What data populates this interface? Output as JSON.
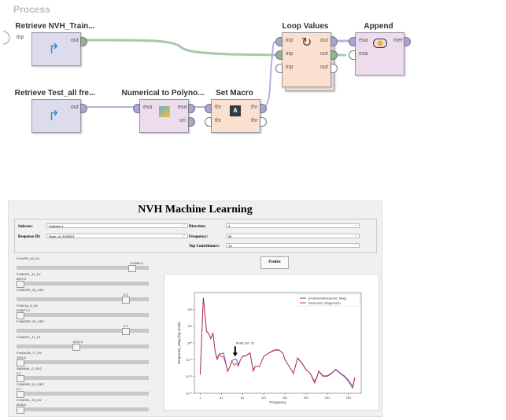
{
  "process": {
    "title": "Process",
    "input_port": "inp",
    "nodes": [
      {
        "label": "Retrieve NVH_Train...",
        "icon": "retrieve-icon",
        "ports_out": [
          "out"
        ]
      },
      {
        "label": "Retrieve Test_all fre...",
        "icon": "retrieve-icon",
        "ports_out": [
          "out"
        ]
      },
      {
        "label": "Numerical to Polyno...",
        "icon": "convert-icon",
        "ports_in": [
          "exa"
        ],
        "ports_out": [
          "exa",
          "ori"
        ]
      },
      {
        "label": "Set Macro",
        "icon": "macro-icon",
        "icon_text": "A",
        "ports_in": [
          "thr",
          "thr"
        ],
        "ports_out": [
          "thr",
          "thr"
        ]
      },
      {
        "label": "Loop Values",
        "icon": "loop-icon",
        "ports_in": [
          "inp",
          "inp",
          "inp"
        ],
        "ports_out": [
          "out",
          "out",
          "out"
        ]
      },
      {
        "label": "Append",
        "icon": "append-icon",
        "ports_in": [
          "exa",
          "exa"
        ],
        "ports_out": [
          "mer"
        ]
      }
    ]
  },
  "app": {
    "title": "NVH Machine Learning",
    "form": {
      "subcase_label": "Subcase:",
      "subcase_value": "Subcase 1",
      "response_label": "Response ID:",
      "response_value": "Node_id_9100001",
      "direction_label": "Direction:",
      "direction_value": "3",
      "frequency_label": "Frequency:",
      "frequency_value": "69",
      "top_label": "Top Contributors:",
      "top_value": "10"
    },
    "predict_label": "Predict",
    "sliders": [
      {
        "label": "Fx1zFRt_45_K4",
        "value": "123955.0",
        "fraction": 0.9
      },
      {
        "label": "FxSkDRL_11_K2",
        "value": "8872.0",
        "fraction": 0.0
      },
      {
        "label": "FxSkDRR_20_GE2",
        "value": "0.0",
        "fraction": 0.85
      },
      {
        "label": "FxSkCst_5_K6",
        "value": "208877.0",
        "fraction": 0.0
      },
      {
        "label": "FxSkDRR_20_GE5",
        "value": "0.0",
        "fraction": 0.85
      },
      {
        "label": "FxSkDRL_11_K1",
        "value": "6202.0",
        "fraction": 0.45
      },
      {
        "label": "FxxEnrZA_77_K5",
        "value": "1104.0",
        "fraction": 0.0
      },
      {
        "label": "SgSkMkL_0_GE2",
        "value": "0.0",
        "fraction": 0.0
      },
      {
        "label": "FxSkDRR_20_GE3",
        "value": "0.0",
        "fraction": 0.0
      },
      {
        "label": "FxSkDRL_30_K4",
        "value": "8638.0",
        "fraction": 0.0
      }
    ]
  },
  "chart_data": {
    "type": "line",
    "xlabel": "Frequency",
    "ylabel": "Response_Mag (log scale)",
    "yscale": "log",
    "ylim": [
      0.001,
      1000
    ],
    "xlim": [
      -10,
      305
    ],
    "xticks": [
      1,
      41,
      81,
      121,
      161,
      201,
      241,
      281
    ],
    "yticks": [
      {
        "v": 0.001,
        "t": "10⁻³"
      },
      {
        "v": 0.01,
        "t": "10⁻²"
      },
      {
        "v": 0.1,
        "t": "10⁻¹"
      },
      {
        "v": 1,
        "t": "10⁰"
      },
      {
        "v": 10,
        "t": "10¹"
      },
      {
        "v": 100,
        "t": "10²"
      }
    ],
    "legend_position": "top-right",
    "annotation": {
      "text": "Point: (67, 0)",
      "x": 67,
      "y": 0.1
    },
    "x": [
      1,
      7,
      13,
      17,
      21,
      25,
      29,
      33,
      37,
      41,
      45,
      49,
      53,
      57,
      61,
      65,
      69,
      73,
      77,
      81,
      89,
      95,
      101,
      105,
      113,
      121,
      131,
      141,
      149,
      157,
      161,
      169,
      177,
      185,
      193,
      201,
      209,
      217,
      221,
      225,
      233,
      241,
      249,
      257,
      265,
      273,
      281,
      289,
      293
    ],
    "series": [
      {
        "name": "prediction(Response_Mag)",
        "color": "#3b3bd0",
        "values": [
          0.013,
          500,
          5,
          3.7,
          1.8,
          4,
          0.35,
          0.12,
          0.22,
          0.22,
          0.25,
          0.07,
          0.02,
          0.04,
          0.09,
          0.1,
          0.11,
          0.05,
          0.1,
          0.16,
          0.19,
          0.26,
          0.025,
          0.04,
          0.04,
          0.16,
          0.26,
          0.38,
          0.4,
          0.24,
          0.1,
          0.04,
          0.015,
          0.13,
          0.065,
          0.026,
          0.015,
          0.005,
          0.009,
          0.021,
          0.011,
          0.011,
          0.016,
          0.027,
          0.016,
          0.011,
          0.006,
          0.0025,
          0.009
        ]
      },
      {
        "name": "Response_Mag(mean)",
        "color": "#d02030",
        "values": [
          0.013,
          500,
          4.5,
          3.7,
          1.8,
          4,
          0.35,
          0.1,
          0.2,
          0.15,
          0.15,
          0.06,
          0.02,
          0.04,
          0.08,
          0.046,
          0.06,
          0.04,
          0.1,
          0.15,
          0.18,
          0.25,
          0.02,
          0.04,
          0.04,
          0.16,
          0.25,
          0.35,
          0.38,
          0.25,
          0.1,
          0.04,
          0.015,
          0.12,
          0.06,
          0.025,
          0.015,
          0.004,
          0.008,
          0.02,
          0.01,
          0.01,
          0.015,
          0.025,
          0.015,
          0.01,
          0.005,
          0.002,
          0.008
        ]
      }
    ]
  }
}
